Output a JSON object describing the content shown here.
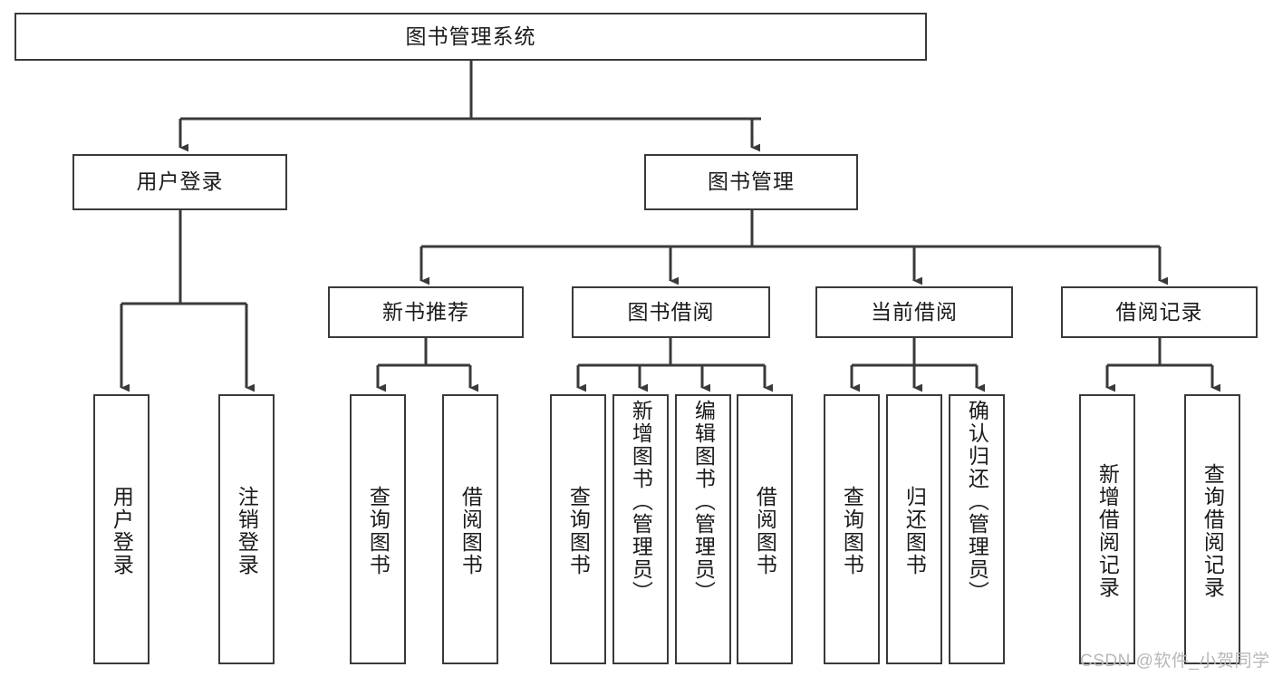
{
  "diagram": {
    "title": "图书管理系统",
    "type": "tree-hierarchy",
    "colors": {
      "box_border": "#3a3a3a",
      "box_fill": "#ffffff",
      "connector": "#3a3a3a",
      "text": "#1a1a1a",
      "watermark": "#b8b8b8"
    },
    "root": {
      "label": "图书管理系统"
    },
    "level1": [
      {
        "label": "用户登录"
      },
      {
        "label": "图书管理"
      }
    ],
    "level2": [
      {
        "label": "新书推荐"
      },
      {
        "label": "图书借阅"
      },
      {
        "label": "当前借阅"
      },
      {
        "label": "借阅记录"
      }
    ],
    "leaves": {
      "user_login": [
        {
          "label": "用户登录"
        },
        {
          "label": "注销登录"
        }
      ],
      "new_book_recommend": [
        {
          "label": "查询图书"
        },
        {
          "label": "借阅图书"
        }
      ],
      "book_borrow": [
        {
          "label": "查询图书"
        },
        {
          "label": "新增图书（管理员）"
        },
        {
          "label": "编辑图书（管理员）"
        },
        {
          "label": "借阅图书"
        }
      ],
      "current_borrow": [
        {
          "label": "查询图书"
        },
        {
          "label": "归还图书"
        },
        {
          "label": "确认归还（管理员）"
        }
      ],
      "borrow_record": [
        {
          "label": "新增借阅记录"
        },
        {
          "label": "查询借阅记录"
        }
      ]
    },
    "watermark": "CSDN @软件_小贺同学"
  }
}
